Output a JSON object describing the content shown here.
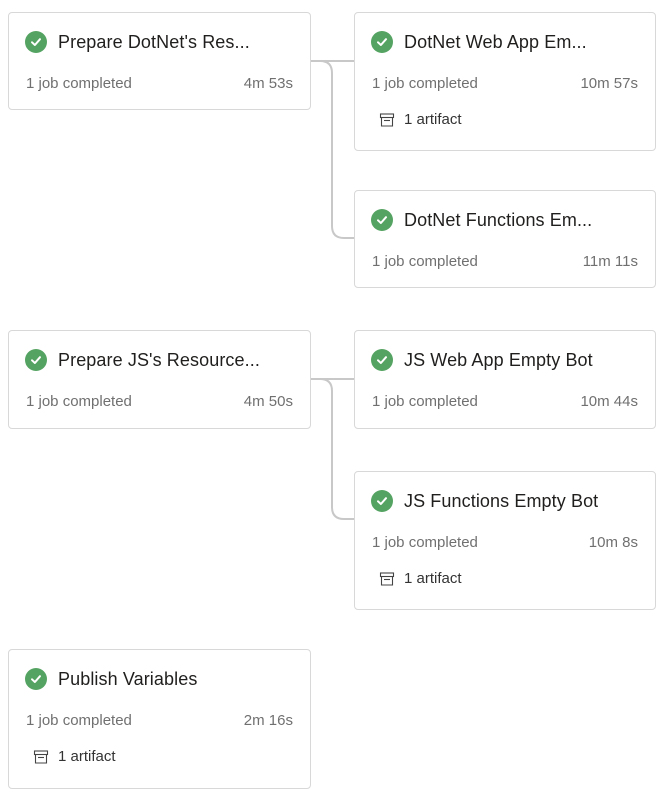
{
  "colors": {
    "success": "#55a362",
    "connector": "#c8c8c8",
    "border": "#d8d8d8",
    "meta_text": "#707070"
  },
  "icons": {
    "status": "check-circle-icon",
    "artifact": "artifact-box-icon"
  },
  "stages": [
    {
      "title": "Prepare DotNet's Res...",
      "jobs": "1 job completed",
      "duration": "4m 53s"
    },
    {
      "title": "DotNet Web App Em...",
      "jobs": "1 job completed",
      "duration": "10m 57s",
      "artifact": "1 artifact"
    },
    {
      "title": "DotNet Functions Em...",
      "jobs": "1 job completed",
      "duration": "11m 11s"
    },
    {
      "title": "Prepare JS's Resource...",
      "jobs": "1 job completed",
      "duration": "4m 50s"
    },
    {
      "title": "JS Web App Empty Bot",
      "jobs": "1 job completed",
      "duration": "10m 44s"
    },
    {
      "title": "JS Functions Empty Bot",
      "jobs": "1 job completed",
      "duration": "10m 8s",
      "artifact": "1 artifact"
    },
    {
      "title": "Publish Variables",
      "jobs": "1 job completed",
      "duration": "2m 16s",
      "artifact": "1 artifact"
    }
  ]
}
